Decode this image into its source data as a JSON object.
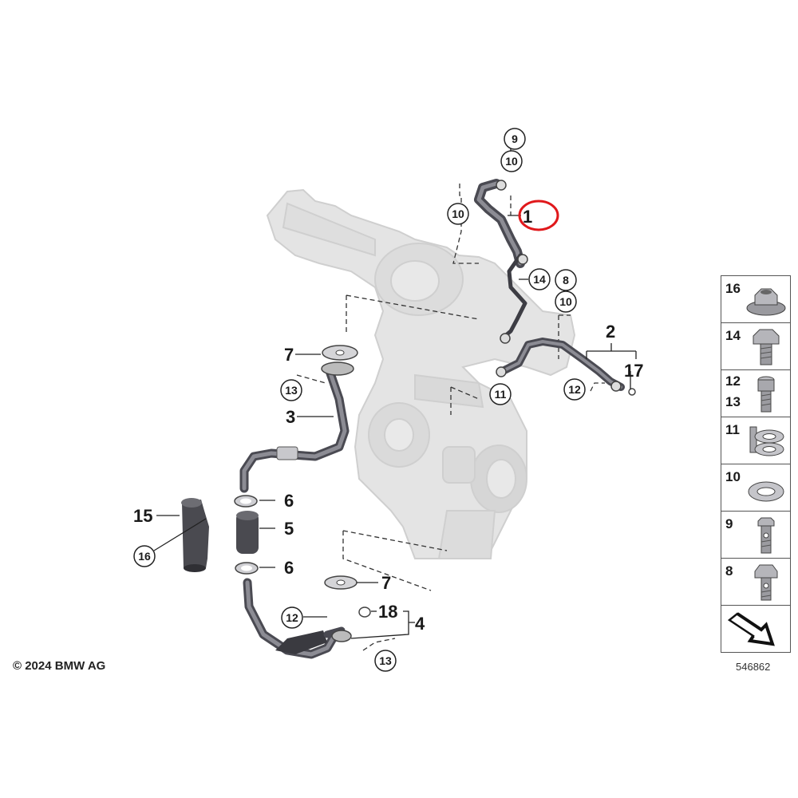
{
  "copyright": "© 2024 BMW AG",
  "diagram_id": "546862",
  "highlighted_part": "1",
  "callouts": {
    "c1": "1",
    "c2": "2",
    "c3": "3",
    "c4": "4",
    "c5": "5",
    "c6a": "6",
    "c6b": "6",
    "c7a": "7",
    "c7b": "7",
    "c8": "8",
    "c9": "9",
    "c10a": "10",
    "c10b": "10",
    "c10c": "10",
    "c11": "11",
    "c12a": "12",
    "c12b": "12",
    "c13a": "13",
    "c13b": "13",
    "c14": "14",
    "c15": "15",
    "c16": "16",
    "c17": "17",
    "c18": "18"
  },
  "legend": [
    {
      "labels": [
        "16"
      ],
      "icon": "flange-nut-icon"
    },
    {
      "labels": [
        "14"
      ],
      "icon": "hex-bolt-icon"
    },
    {
      "labels": [
        "12",
        "13"
      ],
      "icon": "socket-cap-screw-icon"
    },
    {
      "labels": [
        "11"
      ],
      "icon": "bracket-washer-icon"
    },
    {
      "labels": [
        "10"
      ],
      "icon": "sealing-ring-icon"
    },
    {
      "labels": [
        "9"
      ],
      "icon": "banjo-bolt-icon"
    },
    {
      "labels": [
        "8"
      ],
      "icon": "banjo-bolt-hex-icon"
    },
    {
      "labels": [],
      "icon": "arrow-icon"
    }
  ]
}
